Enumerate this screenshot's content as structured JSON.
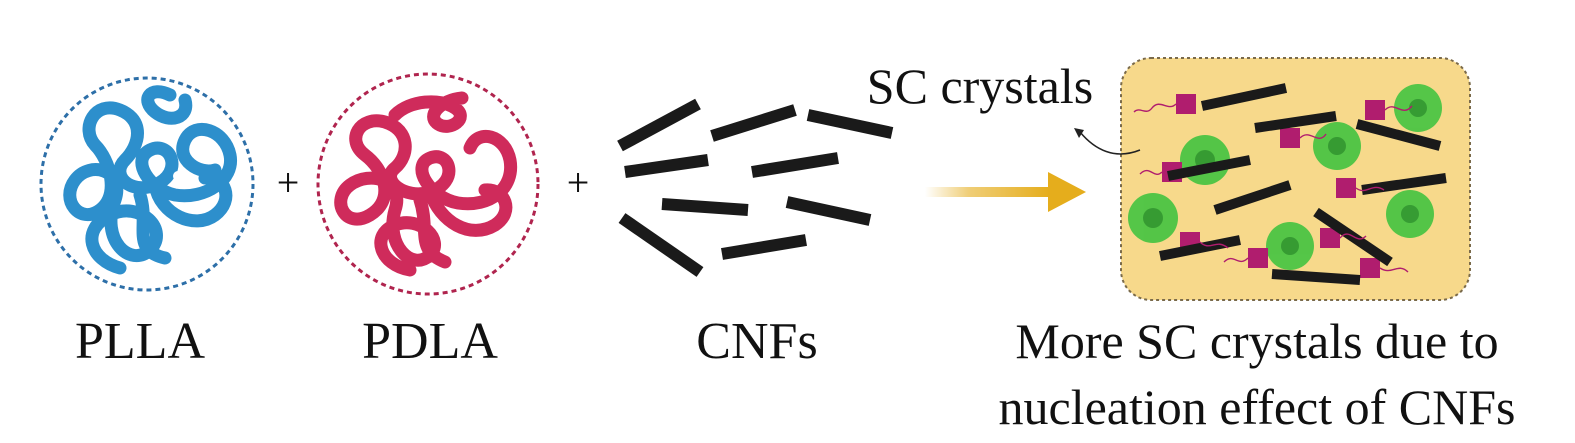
{
  "components": [
    {
      "label": "PLLA",
      "color": "#2d8fcc"
    },
    {
      "label": "PDLA",
      "color": "#cf2b5b"
    },
    {
      "label": "CNFs",
      "color": "#1a1a1a"
    }
  ],
  "operators": [
    "+",
    "+"
  ],
  "arrow_color": "#e5ad1c",
  "result": {
    "callout": "SC crystals",
    "caption_line1": "More SC crystals due to",
    "caption_line2": "nucleation effect of CNFs",
    "box_fill": "#f7d98b",
    "crystal_color": "#b01d6e",
    "spherulite_color": "#38c23c"
  }
}
